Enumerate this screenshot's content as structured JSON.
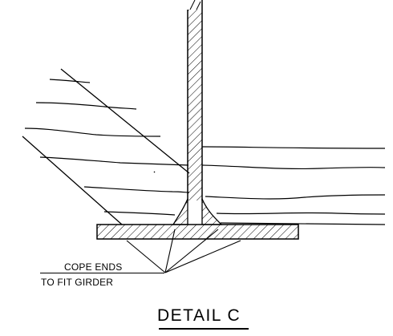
{
  "callout": {
    "line1": "COPE ENDS",
    "line2": "TO FIT GIRDER"
  },
  "title": "DETAIL C",
  "colors": {
    "ink": "#000000",
    "paper": "#ffffff"
  }
}
